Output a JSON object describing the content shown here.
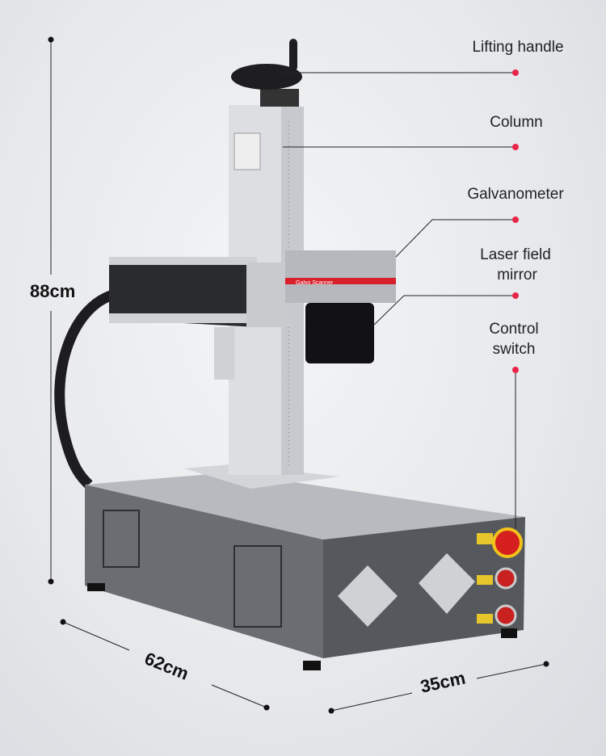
{
  "callouts": {
    "lifting_handle": "Lifting handle",
    "column": "Column",
    "galvanometer": "Galvanometer",
    "laser_field_mirror_line1": "Laser field",
    "laser_field_mirror_line2": "mirror",
    "control_switch_line1": "Control",
    "control_switch_line2": "switch"
  },
  "dimensions": {
    "height": "88cm",
    "length": "62cm",
    "width": "35cm"
  },
  "head_brand": "Galvo Scanner",
  "colors": {
    "callout_dot": "#e8264a",
    "head_stripe": "#d8202c",
    "base_front": "#5b5e63",
    "emergency_stop": "#d61f1f"
  }
}
